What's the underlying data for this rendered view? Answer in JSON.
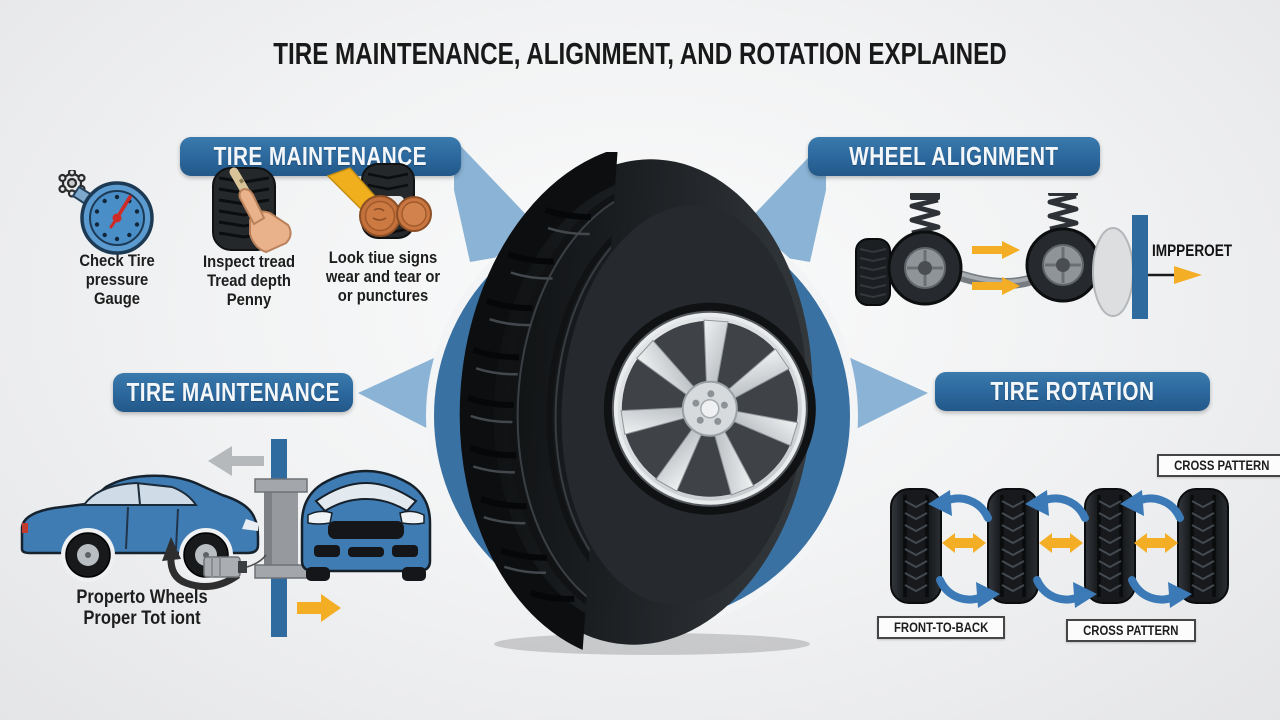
{
  "title": "TIRE MAINTENANCE, ALIGNMENT, AND ROTATION EXPLAINED",
  "colors": {
    "banner_blue": "#2b679c",
    "connector_light_blue": "#8ab3d5",
    "circle_blue": "#3a71a3",
    "accent_yellow": "#f3ae25",
    "rotation_arrow_blue": "#3b7ab6",
    "tire_dark": "#1e2124",
    "car_blue": "#3f7cb3",
    "gauge_blue": "#5b9bd0",
    "needle_red": "#cf2b26",
    "penny_copper": "#c4713b",
    "background_gray": "#f1f2f3",
    "text_dark": "#1d1d1d"
  },
  "icons": {
    "pressure_gauge": "tire-pressure-gauge-icon",
    "tread_depth": "tread-depth-check-icon",
    "penny_test": "penny-wear-test-icon",
    "suspension": "suspension-axle-icon",
    "car_lift": "car-lift-icon",
    "rotation_tires": "tire-rotation-diagram-icon"
  },
  "maintenance_top": {
    "header": "TIRE MAINTENANCE",
    "gauge_caption": {
      "lines": [
        "Check Tire",
        "pressure",
        "Gauge"
      ]
    },
    "tread_caption": {
      "lines": [
        "Inspect tread",
        "Tread depth",
        "Penny"
      ]
    },
    "penny_caption": {
      "lines": [
        "Look tiue signs",
        "wear and tear or",
        "or punctures"
      ]
    }
  },
  "alignment": {
    "header": "WHEEL ALIGNMENT",
    "callout": "IMPPEROET"
  },
  "maintenance_bottom": {
    "header": "TIRE MAINTENANCE",
    "caption": {
      "lines": [
        "Properto Wheels",
        "Proper Tot iont"
      ]
    }
  },
  "rotation": {
    "header": "TIRE ROTATION",
    "label_top_right": "CROSS PATTERN",
    "label_bottom_left": "FRONT-TO-BACK",
    "label_bottom_mid": "CROSS PATTERN"
  }
}
